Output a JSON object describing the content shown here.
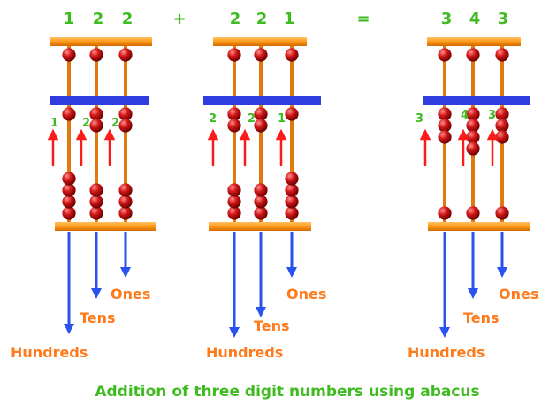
{
  "equation": {
    "first": [
      "1",
      "2",
      "2"
    ],
    "plus": "+",
    "second": [
      "2",
      "2",
      "1"
    ],
    "equals": "=",
    "result": [
      "3",
      "4",
      "3"
    ]
  },
  "abacuses": [
    {
      "upper": [
        1,
        1,
        1
      ],
      "lower": [
        1,
        2,
        2
      ],
      "moved": [
        "1",
        "2",
        "2"
      ]
    },
    {
      "upper": [
        1,
        1,
        1
      ],
      "lower": [
        2,
        2,
        1
      ],
      "moved": [
        "2",
        "2",
        "1"
      ]
    },
    {
      "upper": [
        1,
        1,
        1
      ],
      "lower": [
        3,
        4,
        3
      ],
      "moved": [
        "3",
        "4",
        "3"
      ]
    }
  ],
  "labels": {
    "hundreds": "Hundreds",
    "tens": "Tens",
    "ones": "Ones"
  },
  "caption": "Addition of three digit numbers using abacus",
  "colors": {
    "frame": "#ff9a1a",
    "rod": "#e07a10",
    "beam": "#2f3ce0",
    "bead": "#c81010",
    "arrow_up": "#ff1a1a",
    "arrow_down": "#2a52ee",
    "digit": "#3dbb1f",
    "label": "#ff7a1a"
  }
}
